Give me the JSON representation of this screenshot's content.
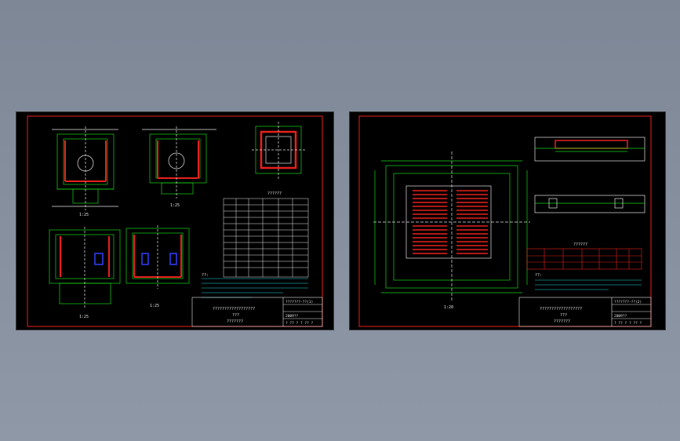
{
  "colors": {
    "background_gray": "#8792a0",
    "sheet_black": "#000000",
    "frame_red": "#e8201c",
    "line_green": "#19d619",
    "line_cyan": "#20d8e0",
    "line_white": "#e6e6e6",
    "line_blue": "#3040ff",
    "line_yellow": "#e8e020"
  },
  "left_sheet": {
    "title_block": {
      "project": "??????????????????",
      "sheet_title": "???",
      "sub_title": "???????",
      "drawing_no": "???????-??(1)",
      "date": "2009??",
      "page": "? ?? ? ? ?? ?"
    },
    "scales": [
      "1:25",
      "1:25",
      "1:25",
      "1:25"
    ],
    "table_title": "??????",
    "notes_label": "??:"
  },
  "right_sheet": {
    "title_block": {
      "project": "??????????????????",
      "sheet_title": "???",
      "sub_title": "???????",
      "drawing_no": "???????-??(2)",
      "date": "2009??",
      "page": "? ?? ? ? ?? ?"
    },
    "plan_scale": "1:20",
    "table_title": "??????",
    "notes_label": "??:"
  }
}
